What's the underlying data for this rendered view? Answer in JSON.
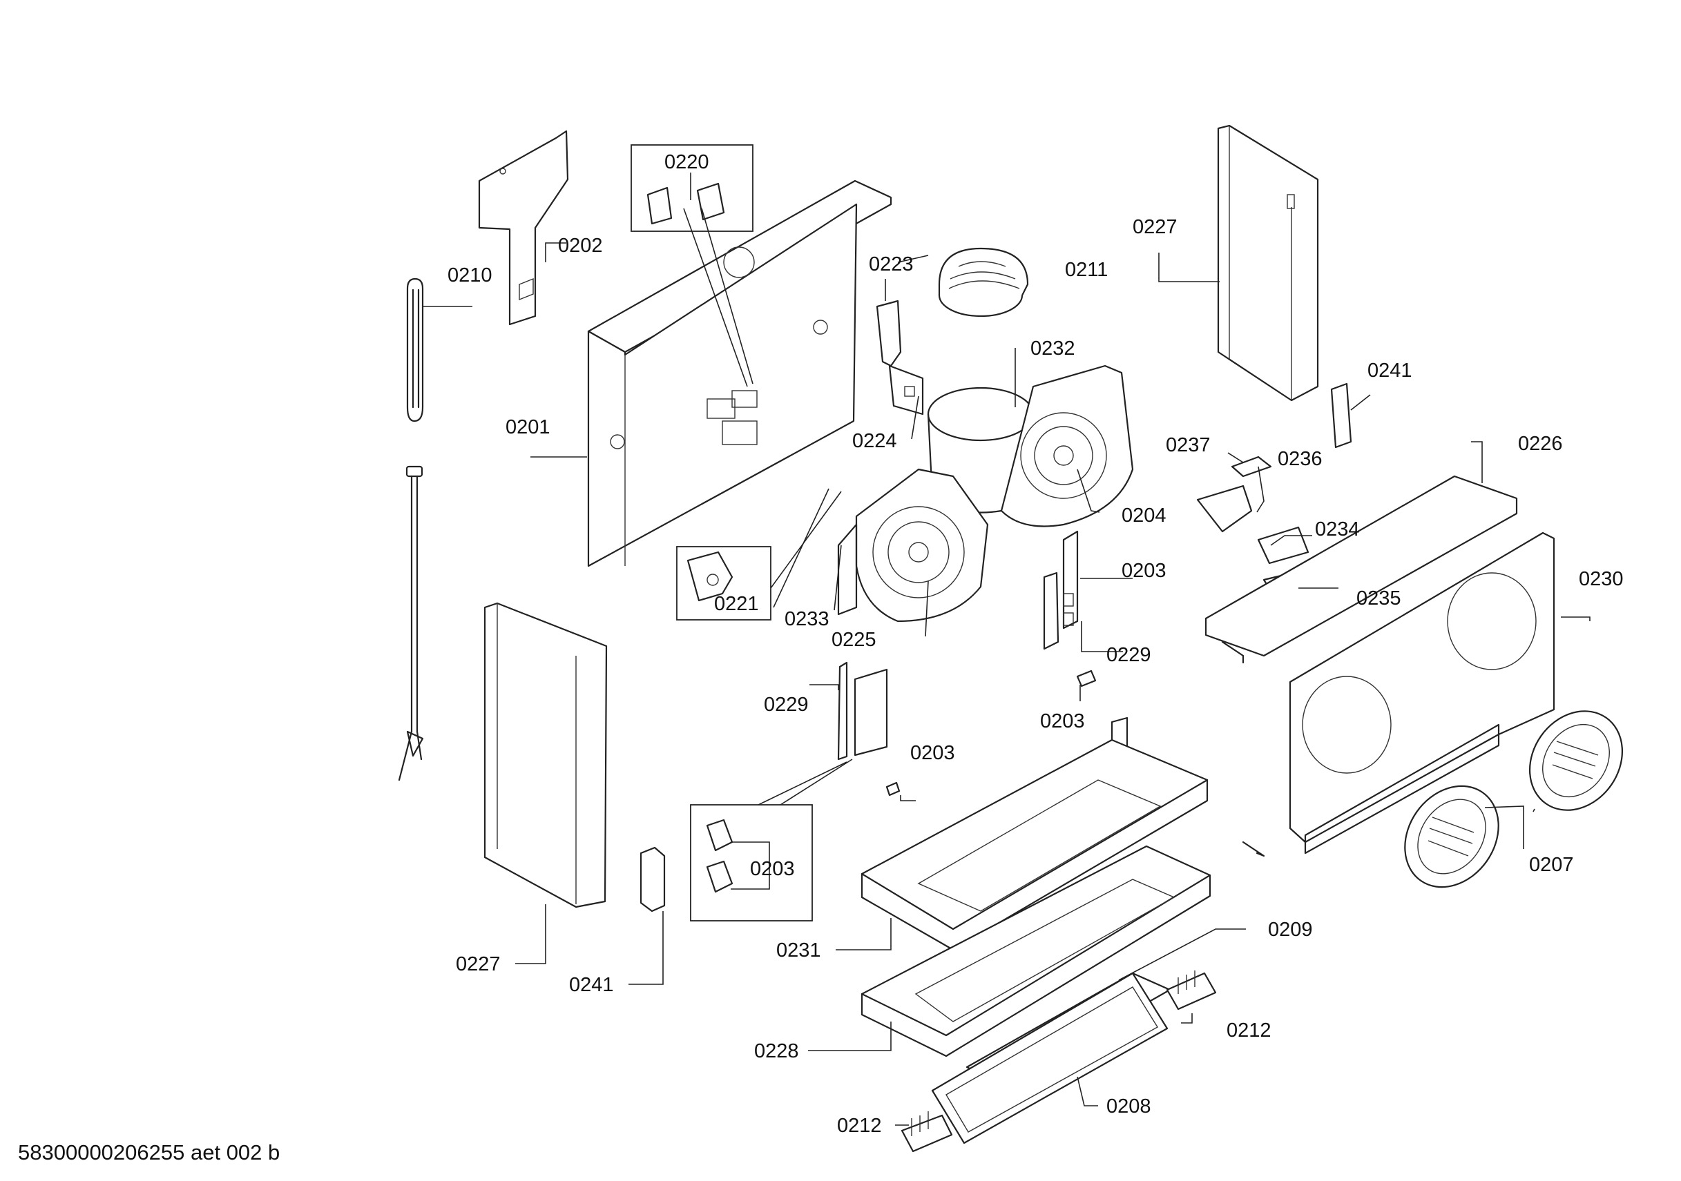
{
  "drawing_id": "58300000206255 aet 002 b",
  "parts": [
    {
      "id": "p0201",
      "label": "0201"
    },
    {
      "id": "p0202",
      "label": "0202"
    },
    {
      "id": "p0203a",
      "label": "0203"
    },
    {
      "id": "p0203b",
      "label": "0203"
    },
    {
      "id": "p0203c",
      "label": "0203"
    },
    {
      "id": "p0203d",
      "label": "0203"
    },
    {
      "id": "p0204",
      "label": "0204"
    },
    {
      "id": "p0207",
      "label": "0207"
    },
    {
      "id": "p0208",
      "label": "0208"
    },
    {
      "id": "p0209",
      "label": "0209"
    },
    {
      "id": "p0210",
      "label": "0210"
    },
    {
      "id": "p0211",
      "label": "0211"
    },
    {
      "id": "p0212a",
      "label": "0212"
    },
    {
      "id": "p0212b",
      "label": "0212"
    },
    {
      "id": "p0220",
      "label": "0220"
    },
    {
      "id": "p0221",
      "label": "0221"
    },
    {
      "id": "p0223",
      "label": "0223"
    },
    {
      "id": "p0224",
      "label": "0224"
    },
    {
      "id": "p0225",
      "label": "0225"
    },
    {
      "id": "p0226",
      "label": "0226"
    },
    {
      "id": "p0227a",
      "label": "0227"
    },
    {
      "id": "p0227b",
      "label": "0227"
    },
    {
      "id": "p0228",
      "label": "0228"
    },
    {
      "id": "p0229a",
      "label": "0229"
    },
    {
      "id": "p0229b",
      "label": "0229"
    },
    {
      "id": "p0230",
      "label": "0230"
    },
    {
      "id": "p0231",
      "label": "0231"
    },
    {
      "id": "p0232",
      "label": "0232"
    },
    {
      "id": "p0233",
      "label": "0233"
    },
    {
      "id": "p0234",
      "label": "0234"
    },
    {
      "id": "p0235",
      "label": "0235"
    },
    {
      "id": "p0236",
      "label": "0236"
    },
    {
      "id": "p0237",
      "label": "0237"
    },
    {
      "id": "p0241a",
      "label": "0241"
    },
    {
      "id": "p0241b",
      "label": "0241"
    }
  ]
}
